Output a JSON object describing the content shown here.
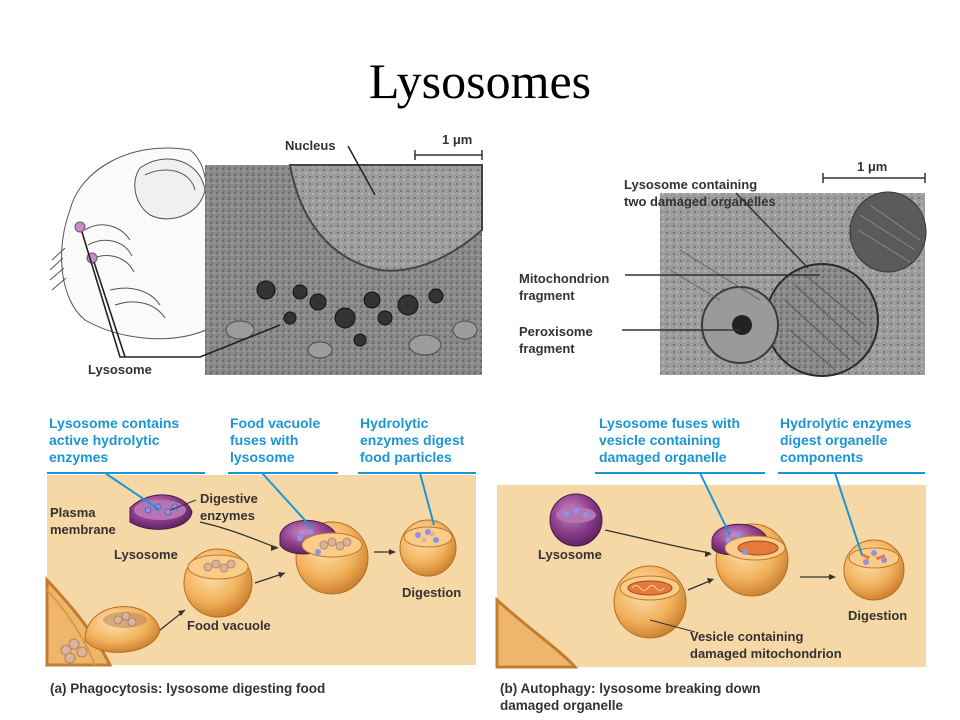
{
  "title": "Lysosomes",
  "top_left": {
    "nucleus_label": "Nucleus",
    "scale_label": "1 μm",
    "lysosome_label": "Lysosome"
  },
  "top_right": {
    "lysosome_two_line1": "Lysosome containing",
    "lysosome_two_line2": "two damaged organelles",
    "scale_label": "1 μm",
    "mito_line1": "Mitochondrion",
    "mito_line2": "fragment",
    "perox_line1": "Peroxisome",
    "perox_line2": "fragment"
  },
  "panel_a": {
    "step1": [
      "Lysosome contains",
      "active hydrolytic",
      "enzymes"
    ],
    "step2": [
      "Food vacuole",
      "fuses with",
      "lysosome"
    ],
    "step3": [
      "Hydrolytic",
      "enzymes digest",
      "food particles"
    ],
    "plasma": [
      "Plasma",
      "membrane"
    ],
    "digestive": [
      "Digestive",
      "enzymes"
    ],
    "lysosome": "Lysosome",
    "food_vacuole": "Food vacuole",
    "digestion": "Digestion",
    "caption": "(a) Phagocytosis: lysosome digesting food"
  },
  "panel_b": {
    "step1": [
      "Lysosome fuses with",
      "vesicle containing",
      "damaged organelle"
    ],
    "step2": [
      "Hydrolytic enzymes",
      "digest organelle",
      "components"
    ],
    "lysosome": "Lysosome",
    "vesicle": [
      "Vesicle containing",
      "damaged mitochondrion"
    ],
    "digestion": "Digestion",
    "caption": [
      "(b) Autophagy: lysosome breaking down",
      "damaged organelle"
    ]
  },
  "colors": {
    "label_blue": "#1b96d2",
    "cytoplasm": "#f6d8a6",
    "vesicle_orange": "#f1b055",
    "lysosome_purple": "#8d3f8c",
    "enzyme_blue": "#8f92e0"
  }
}
